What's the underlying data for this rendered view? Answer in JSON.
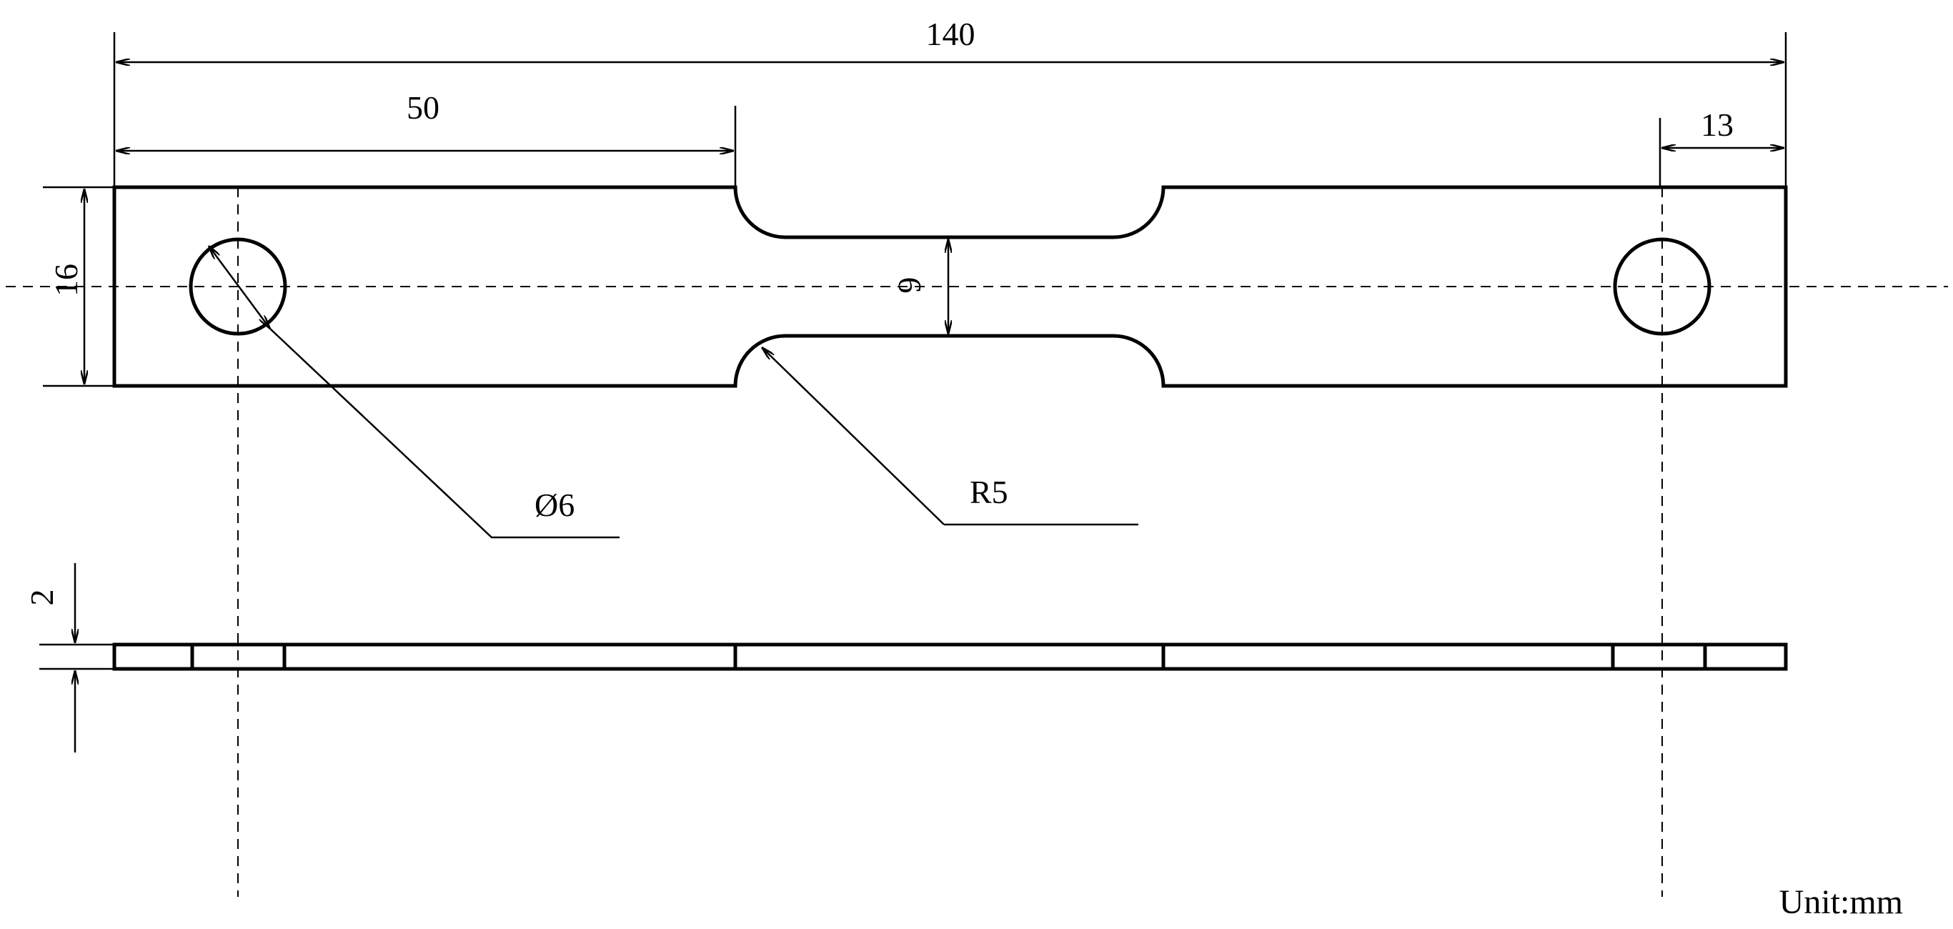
{
  "dimensions": {
    "overall_length": "140",
    "grip_to_gauge": "50",
    "hole_to_end": "13",
    "width": "16",
    "gauge_width": "6",
    "fillet_radius": "R5",
    "hole_diameter": "Ø6",
    "thickness": "2"
  },
  "unit_label": "Unit:mm"
}
